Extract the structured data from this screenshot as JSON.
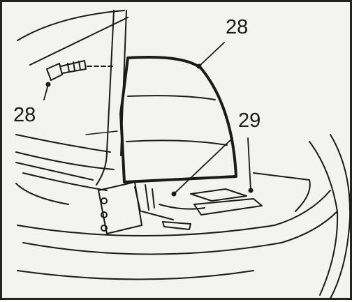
{
  "figure": {
    "callouts": [
      {
        "id": "top-right",
        "label": "28",
        "part": "window-glass"
      },
      {
        "id": "left",
        "label": "28",
        "part": "bolt"
      },
      {
        "id": "middle",
        "label": "29",
        "part": "regulator-guides"
      }
    ],
    "colors": {
      "ink": "#1a1a1a",
      "paper": "#f3f3f1",
      "frame": "#222222"
    }
  }
}
